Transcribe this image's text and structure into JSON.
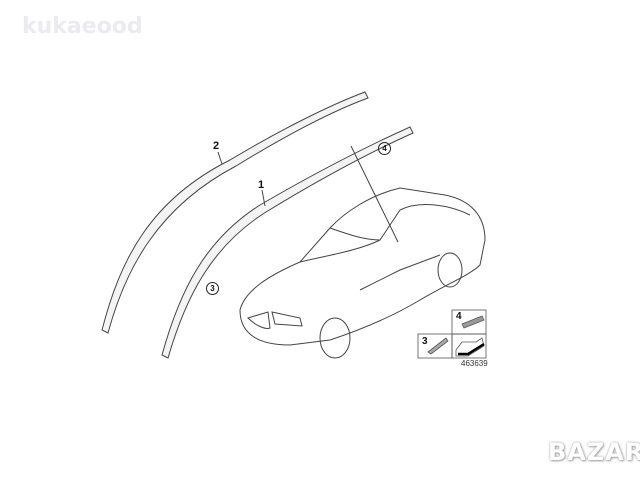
{
  "watermark": "kukaeood",
  "logo": "BAZAR",
  "callouts": {
    "part1": "1",
    "part2": "2",
    "part3": "3",
    "part4": "4"
  },
  "legend_box": {
    "item3": "3",
    "item4": "4"
  },
  "diagram_number": "463639"
}
